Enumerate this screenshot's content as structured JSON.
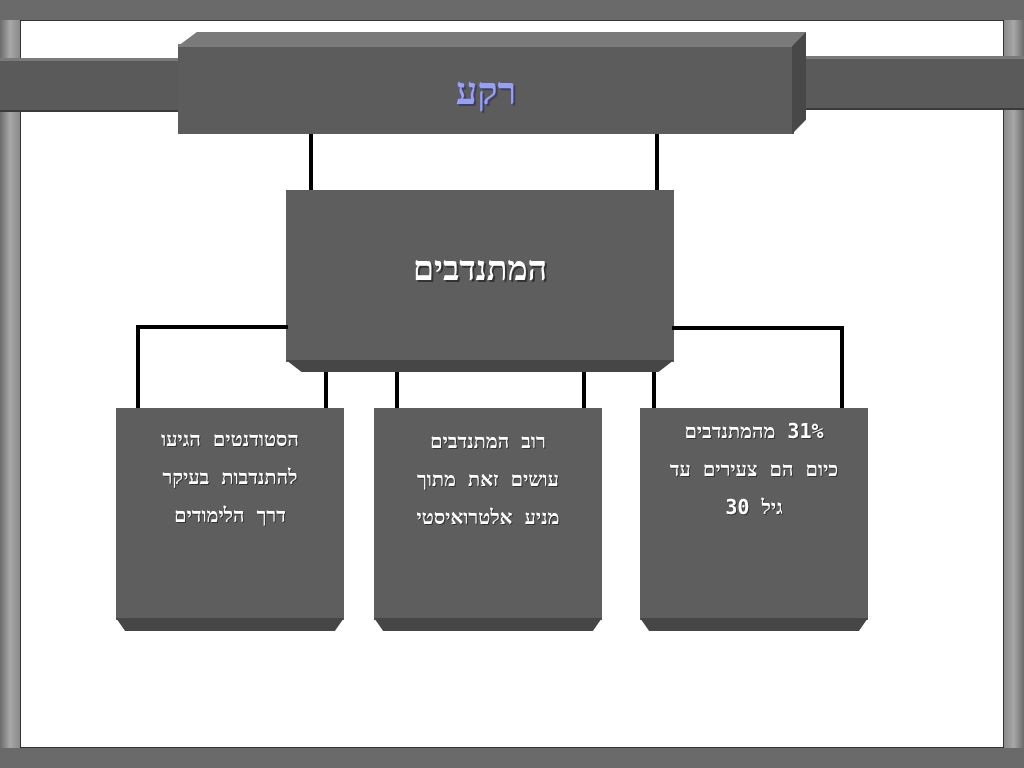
{
  "title": "רקע",
  "main_box": "המתנדבים",
  "boxes": [
    {
      "lines": [
        "הסטודנטים הגיעו",
        "להתנדבות בעיקר",
        "דרך הלימודים"
      ]
    },
    {
      "lines": [
        "רוב המתנדבים",
        "עושים זאת מתוך",
        "מניע אלטרואיסטי"
      ]
    },
    {
      "lines": [
        "31% מהמתנדבים",
        "כיום הם צעירים עד",
        "גיל 30"
      ]
    }
  ],
  "colors": {
    "box_fill": "#5e5e5e",
    "title_text": "#9aa0f0",
    "connector": "#000000",
    "background": "#ffffff"
  }
}
